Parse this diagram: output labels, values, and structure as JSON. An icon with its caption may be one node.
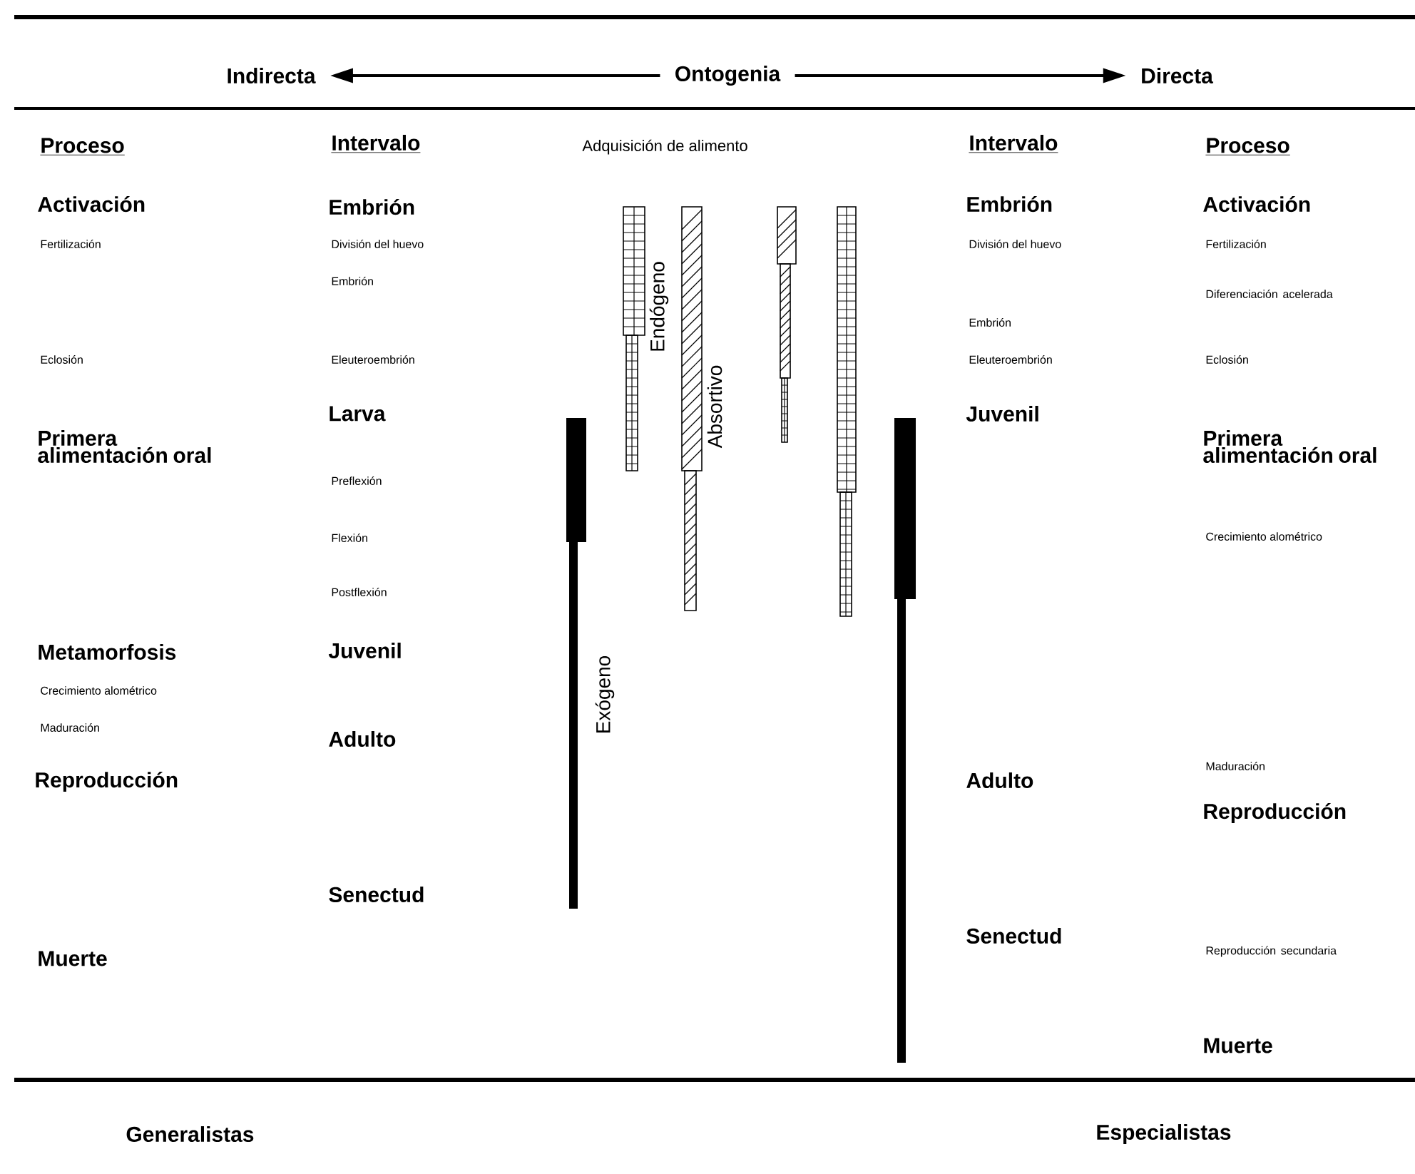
{
  "diagram": {
    "nodes": [
      {
        "text": [
          "Indirecta"
        ]
      },
      {
        "text": [
          "Ontogenia"
        ]
      },
      {
        "text": [
          "Directa"
        ]
      }
    ],
    "edges": [
      {
        "from": 1,
        "to": 0,
        "arrow": "to"
      },
      {
        "from": 1,
        "to": 2,
        "arrow": "to"
      }
    ],
    "labels": [
      "Proceso",
      "Intervalo",
      "Adquisición de alimento",
      "Intervalo",
      "Proceso",
      "Activación",
      "Fertilización",
      "Eclosión",
      "Primera alimentación oral",
      "Metamorfosis",
      "Crecimiento alométrico",
      "Maduración",
      "Reproducción",
      "Muerte",
      "Embrión",
      "División del huevo",
      "Embrión",
      "Eleuteroembrión",
      "Larva",
      "Preflexión",
      "Flexión",
      "Postflexión",
      "Juvenil",
      "Adulto",
      "Senectud",
      "Endógeno",
      "Absortivo",
      "Exógeno",
      "Embrión",
      "División del huevo",
      "Embrión",
      "Eleuteroembrión",
      "Juvenil",
      "Adulto",
      "Senectud",
      "Activación",
      "Fertilización",
      "Diferenciación acelerada",
      "Eclosión",
      "Primera alimentación oral",
      "Crecimiento alométrico",
      "Maduración",
      "Reproducción",
      "Reproducción secundaria",
      "Muerte",
      "Generalistas",
      "Especialistas"
    ]
  }
}
